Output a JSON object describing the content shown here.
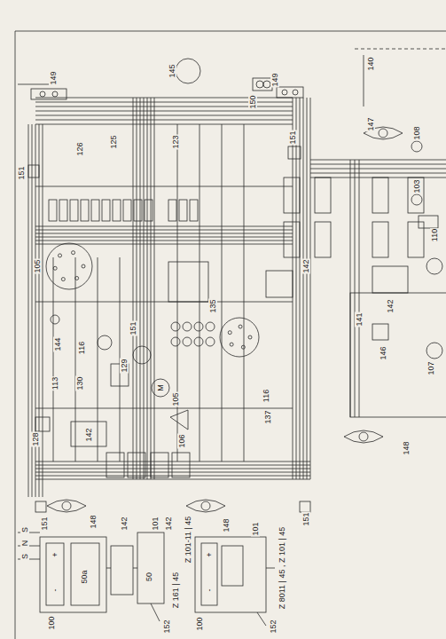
{
  "diagram": {
    "labels": [
      "149",
      "151",
      "126",
      "125",
      "145",
      "123",
      "150",
      "149",
      "151",
      "140",
      "147",
      "108",
      "103",
      "110",
      "105",
      "144",
      "116",
      "113",
      "130",
      "128",
      "142",
      "129",
      "151",
      "M",
      "105",
      "106",
      "135",
      "116",
      "137",
      "141",
      "146",
      "107",
      "148",
      "151",
      "148",
      "142",
      "142",
      "148",
      "151",
      "S",
      "N",
      "S",
      "100",
      "-",
      "+",
      "50a",
      "50",
      "101",
      "152",
      "Z 101-11 | 45",
      "100",
      "-",
      "+",
      "Z 8011 | 45 , Z 101 | 45",
      "101",
      "152",
      "Z 161 | 45",
      "142",
      "142"
    ]
  }
}
